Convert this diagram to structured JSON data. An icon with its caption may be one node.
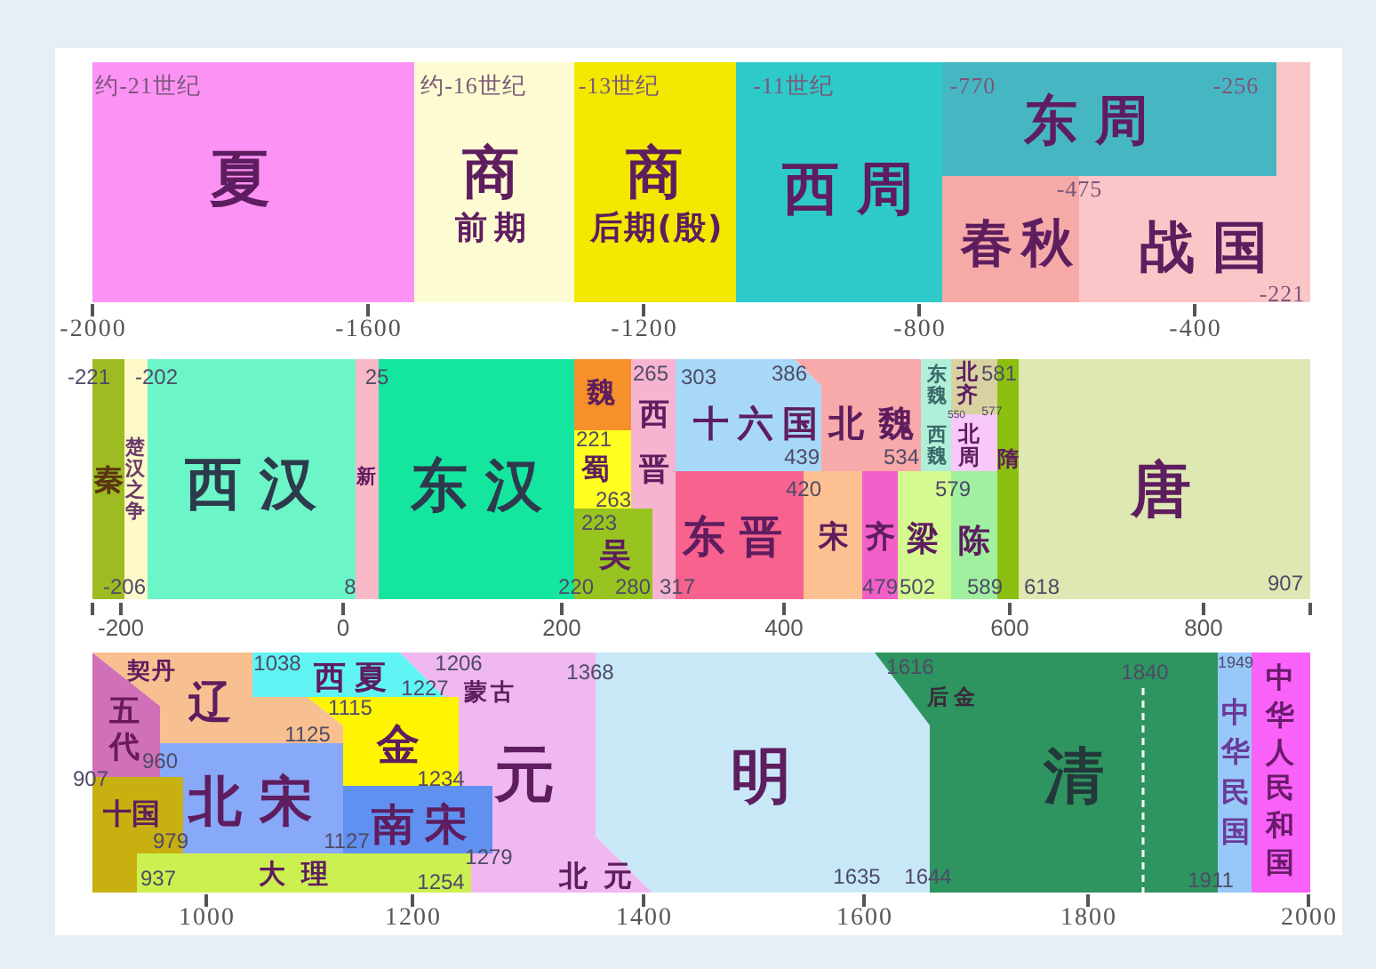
{
  "diagram": {
    "nodes": [
      {
        "text": [
          "夏"
        ]
      },
      {
        "text": [
          "商",
          "前期"
        ]
      },
      {
        "text": [
          "商",
          "后期(殷)"
        ]
      },
      {
        "text": [
          "西周"
        ]
      },
      {
        "text": [
          "东周"
        ]
      },
      {
        "text": [
          "春秋"
        ]
      },
      {
        "text": [
          "战国"
        ]
      },
      {
        "text": [
          "秦"
        ]
      },
      {
        "text": [
          "楚汉之争"
        ]
      },
      {
        "text": [
          "西汉"
        ]
      },
      {
        "text": [
          "新"
        ]
      },
      {
        "text": [
          "东汉"
        ]
      },
      {
        "text": [
          "魏"
        ]
      },
      {
        "text": [
          "蜀"
        ]
      },
      {
        "text": [
          "吴"
        ]
      },
      {
        "text": [
          "西晋"
        ]
      },
      {
        "text": [
          "十六国"
        ]
      },
      {
        "text": [
          "北魏"
        ]
      },
      {
        "text": [
          "东晋"
        ]
      },
      {
        "text": [
          "东魏"
        ]
      },
      {
        "text": [
          "西魏"
        ]
      },
      {
        "text": [
          "北齐"
        ]
      },
      {
        "text": [
          "北周"
        ]
      },
      {
        "text": [
          "隋"
        ]
      },
      {
        "text": [
          "宋"
        ]
      },
      {
        "text": [
          "齐"
        ]
      },
      {
        "text": [
          "梁"
        ]
      },
      {
        "text": [
          "陈"
        ]
      },
      {
        "text": [
          "唐"
        ]
      },
      {
        "text": [
          "五代"
        ]
      },
      {
        "text": [
          "契丹",
          "辽"
        ]
      },
      {
        "text": [
          "西夏"
        ]
      },
      {
        "text": [
          "金"
        ]
      },
      {
        "text": [
          "北宋"
        ]
      },
      {
        "text": [
          "十国"
        ]
      },
      {
        "text": [
          "南宋"
        ]
      },
      {
        "text": [
          "大理"
        ]
      },
      {
        "text": [
          "蒙古",
          "元",
          "北元"
        ]
      },
      {
        "text": [
          "明"
        ]
      },
      {
        "text": [
          "后金",
          "清"
        ]
      },
      {
        "text": [
          "中华民国"
        ]
      },
      {
        "text": [
          "中华人民和国"
        ]
      }
    ],
    "labels": [
      "约-21世纪",
      "约-16世纪",
      "-13世纪",
      "-11世纪",
      "-770",
      "-256",
      "-475",
      "-221",
      "-2000",
      "-1600",
      "-1200",
      "-800",
      "-400",
      "-221",
      "-202",
      "25",
      "265",
      "303",
      "386",
      "581",
      "550",
      "577",
      "221",
      "439",
      "534",
      "420",
      "579",
      "263",
      "223",
      "-206",
      "8",
      "220",
      "280",
      "317",
      "479",
      "502",
      "589",
      "618",
      "907",
      "-200",
      "0",
      "200",
      "400",
      "600",
      "800",
      "1038",
      "1206",
      "1616",
      "1949",
      "1368",
      "1840",
      "1227",
      "1115",
      "1125",
      "960",
      "907",
      "1234",
      "979",
      "1127",
      "1279",
      "937",
      "1254",
      "1635",
      "1644",
      "1911",
      "1000",
      "1200",
      "1400",
      "1600",
      "1800",
      "2000"
    ]
  }
}
